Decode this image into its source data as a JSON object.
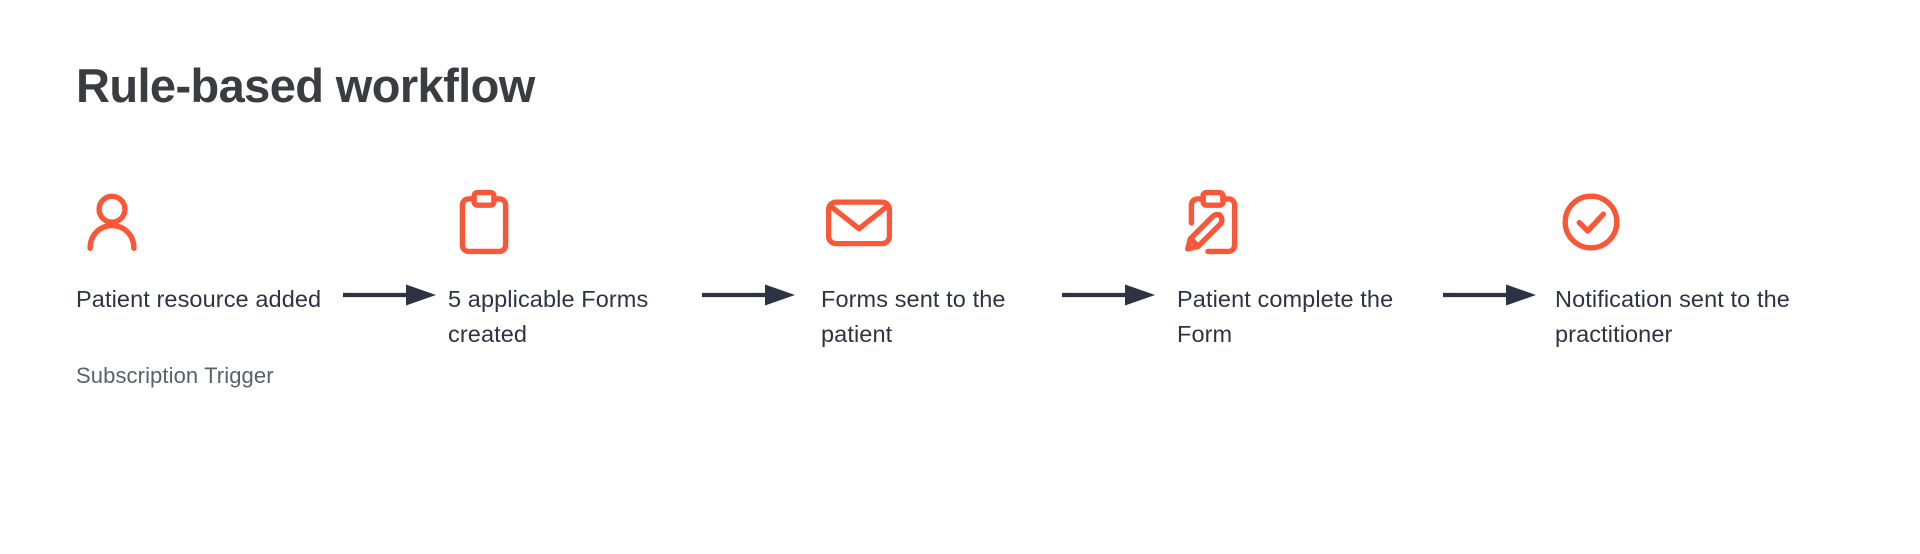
{
  "title": "Rule-based workflow",
  "colors": {
    "background": "#ffffff",
    "title": "#3b3b42",
    "accent_orange": "#f95738",
    "label_text": "#2e3344",
    "note_text": "#5b606c",
    "arrow": "#2e3344"
  },
  "flow": {
    "steps": [
      {
        "icon": "person-icon",
        "label": "Patient resource added",
        "note": "Subscription Trigger"
      },
      {
        "icon": "clipboard-icon",
        "label": "5 applicable Forms created",
        "note": null
      },
      {
        "icon": "envelope-icon",
        "label": "Forms sent to the patient",
        "note": null
      },
      {
        "icon": "clipboard-pen-icon",
        "label": "Patient complete the Form",
        "note": null
      },
      {
        "icon": "check-circle-icon",
        "label": "Notification sent to the practitioner",
        "note": null
      }
    ],
    "arrows": [
      {
        "name": "arrow-step1-to-step2"
      },
      {
        "name": "arrow-step2-to-step3"
      },
      {
        "name": "arrow-step3-to-step4"
      },
      {
        "name": "arrow-step4-to-step5"
      }
    ]
  }
}
